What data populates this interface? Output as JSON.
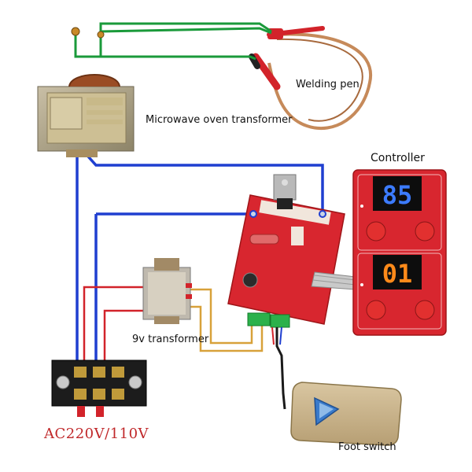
{
  "labels": {
    "welding_pen": "Welding pen",
    "microwave_transformer": "Microwave oven transformer",
    "controller": "Controller",
    "nine_v_transformer": "9v transformer",
    "mains": "AC220V/110V",
    "foot_switch": "Foot switch"
  },
  "controller": {
    "display_top": "85",
    "display_bottom": "01"
  },
  "colors": {
    "wire_blue": "#1f3fd0",
    "wire_green": "#1a9a3a",
    "wire_red": "#d2232a",
    "wire_orange": "#d8a13a",
    "pcb_red": "#d8262f",
    "display_blue": "#3c7bff",
    "display_orange": "#ff8a1a"
  }
}
